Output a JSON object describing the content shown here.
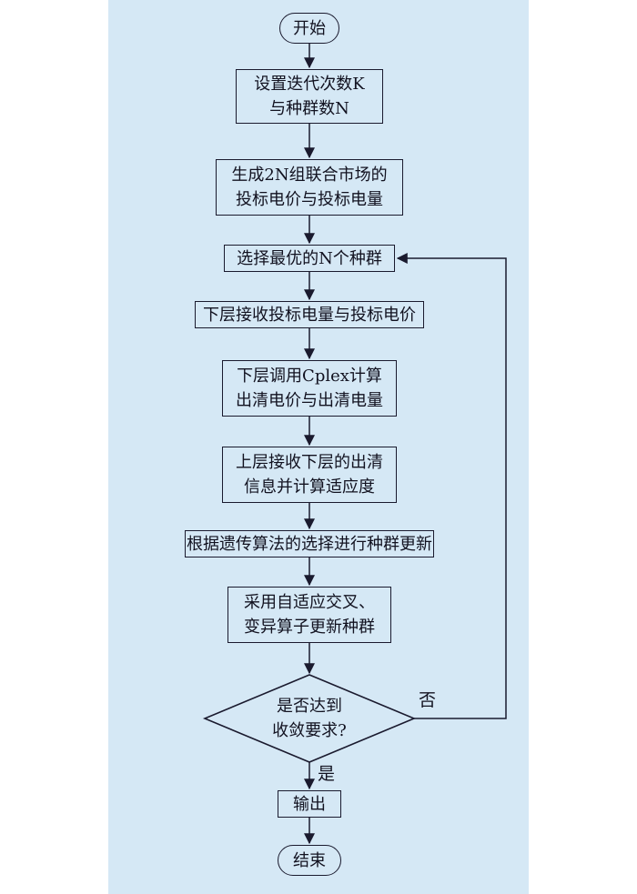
{
  "page": {
    "panel_background": "#d5e8f5",
    "stroke_color": "#1a1a2e",
    "text_color": "#121220"
  },
  "flowchart": {
    "nodes": {
      "start": {
        "label": "开始"
      },
      "set_params": {
        "lines": [
          "设置迭代次数K",
          "与种群数N"
        ]
      },
      "generate": {
        "lines": [
          "生成2N组联合市场的",
          "投标电价与投标电量"
        ]
      },
      "select_best": {
        "label": "选择最优的N个种群"
      },
      "lower_receive": {
        "label": "下层接收投标电量与投标电价"
      },
      "cplex": {
        "lines": [
          "下层调用Cplex计算",
          "出清电价与出清电量"
        ]
      },
      "upper_receive": {
        "lines": [
          "上层接收下层的出清",
          "信息并计算适应度"
        ]
      },
      "ga_update": {
        "label": "根据遗传算法的选择进行种群更新"
      },
      "crossover": {
        "lines": [
          "采用自适应交叉、",
          "变异算子更新种群"
        ]
      },
      "converge": {
        "lines": [
          "是否达到",
          "收敛要求?"
        ]
      },
      "output": {
        "label": "输出"
      },
      "end": {
        "label": "结束"
      }
    },
    "edge_labels": {
      "yes": "是",
      "no": "否"
    }
  }
}
